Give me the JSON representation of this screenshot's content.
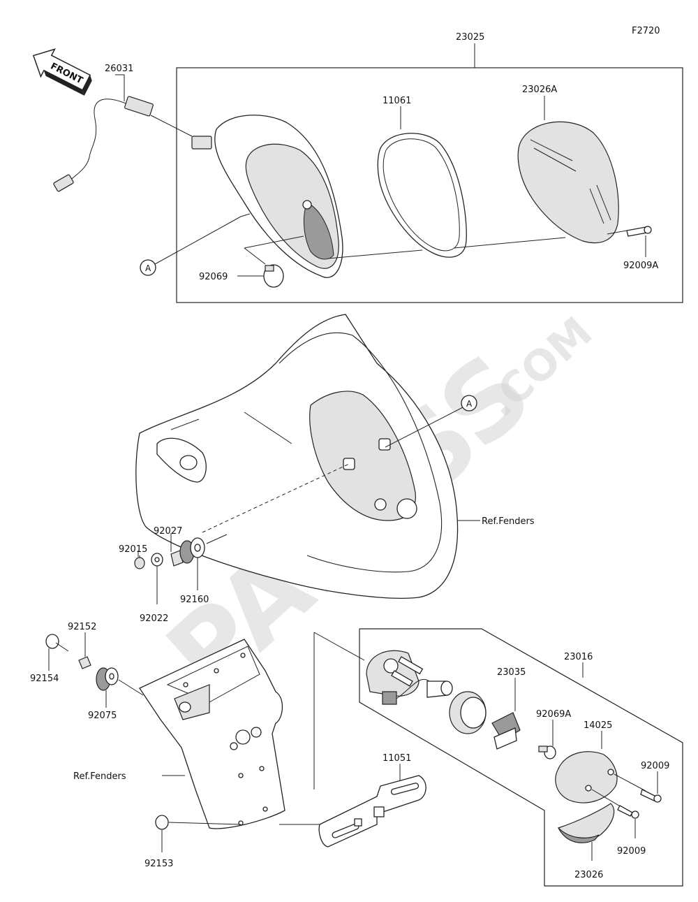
{
  "diagram_code": "F2720",
  "front_arrow_text": "FRONT",
  "watermark": {
    "brand": "PARTSS",
    "suffix": ".COM"
  },
  "callouts": {
    "p23025": "23025",
    "p26031": "26031",
    "p11061": "11061",
    "p23026A": "23026A",
    "p92009A": "92009A",
    "p92069": "92069",
    "ref_a_top": "A",
    "ref_a_mid": "A",
    "ref_fenders_mid": "Ref.Fenders",
    "p92027": "92027",
    "p92015": "92015",
    "p92022": "92022",
    "p92160": "92160",
    "p92152": "92152",
    "p92154": "92154",
    "p92075": "92075",
    "ref_fenders_low": "Ref.Fenders",
    "p92153": "92153",
    "p11051": "11051",
    "p23016": "23016",
    "p23035": "23035",
    "p92069A": "92069A",
    "p14025": "14025",
    "p92009_top": "92009",
    "p92009_bottom": "92009",
    "p23026": "23026"
  }
}
